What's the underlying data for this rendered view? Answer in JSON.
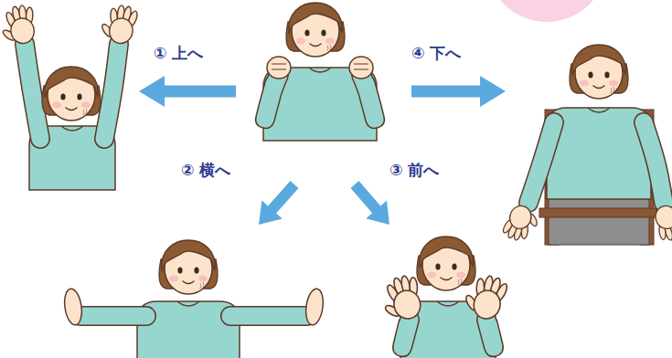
{
  "diagram": {
    "labels": [
      "① 上へ",
      "② 横へ",
      "③ 前へ",
      "④ 下へ"
    ]
  }
}
